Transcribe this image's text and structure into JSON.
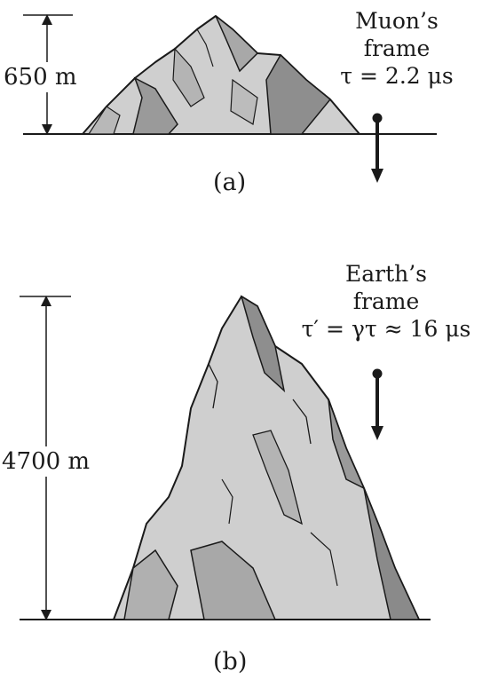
{
  "panel_a": {
    "height_label": "650 m",
    "frame_line1": "Muon’s",
    "frame_line2": "frame",
    "frame_line3": "τ = 2.2 μs",
    "caption": "(a)"
  },
  "panel_b": {
    "height_label": "4700 m",
    "frame_line1": "Earth’s",
    "frame_line2": "frame",
    "frame_line3": "τ′ = γτ ≈ 16 μs",
    "caption": "(b)"
  },
  "colors": {
    "ink": "#1a1a1a",
    "rock_light": "#cfcfcf",
    "rock_mid": "#a8a8a8",
    "rock_dark": "#6e6e6e"
  },
  "icons": [
    "mountain-illustration",
    "muon-arrow-icon",
    "height-dimension-arrow"
  ]
}
